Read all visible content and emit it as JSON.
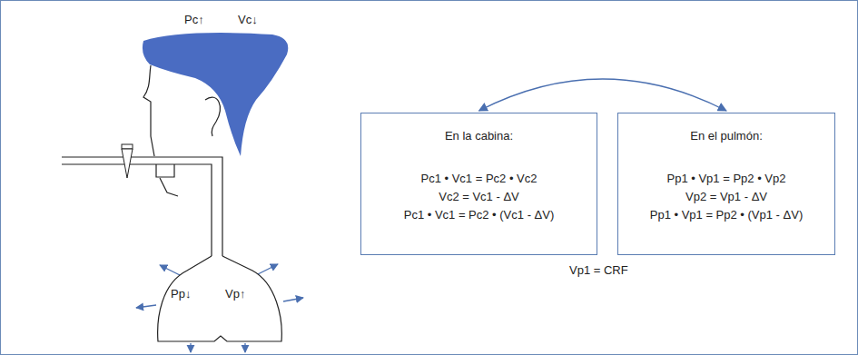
{
  "diagram": {
    "nodes": [
      {
        "text": [
          "Pp↓",
          "Vp↑"
        ]
      },
      {
        "text": [
          "En la cabina:",
          "Pc1 • Vc1 = Pc2 • Vc2",
          "Vc2 = Vc1 - ΔV",
          "Pc1 • Vc1 = Pc2 • (Vc1 - ΔV)"
        ]
      },
      {
        "text": [
          "En el pulmón:",
          "Pp1 • Vp1 = Pp2 • Vp2",
          "Vp2 = Vp1 - ΔV",
          "Pp1 • Vp1 = Pp2 • (Vp1 - ΔV)"
        ]
      }
    ],
    "edges": [
      {
        "from": 1,
        "to": 2,
        "arrow": "both"
      }
    ],
    "labels": [
      "Pc↑",
      "Vc↓",
      "Vp1 = CRF"
    ]
  }
}
